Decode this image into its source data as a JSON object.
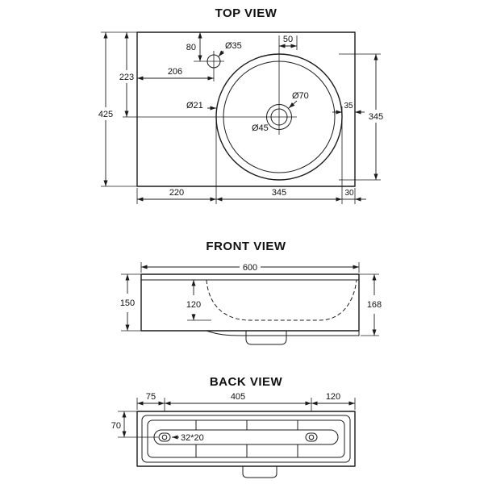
{
  "drawing": {
    "background": "#ffffff",
    "line_color": "#1b1b1b"
  },
  "top_view": {
    "title": "TOP VIEW",
    "dims": {
      "depth": "425",
      "left_to_center": "223",
      "tap_from_top": "80",
      "tap_from_left": "206",
      "tap_hole": "Ø35",
      "center_offset": "50",
      "bowl_height": "345",
      "rim_to_edge": "35",
      "waste_outer": "Ø70",
      "waste": "Ø45",
      "overflow": "Ø21",
      "left_to_bowl": "220",
      "bowl_width": "345",
      "bowl_to_right": "30"
    }
  },
  "front_view": {
    "title": "FRONT VIEW",
    "dims": {
      "width": "600",
      "left_height": "150",
      "bowl_depth": "120",
      "right_height": "168"
    }
  },
  "back_view": {
    "title": "BACK VIEW",
    "dims": {
      "left_offset": "75",
      "slot_span": "405",
      "right_offset": "120",
      "top_to_slot": "70",
      "slot_size": "32*20"
    }
  }
}
